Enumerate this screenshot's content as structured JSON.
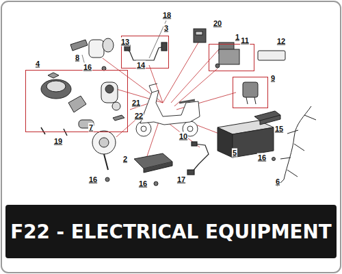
{
  "diagram": {
    "title": "F22 - ELECTRICAL EQUIPMENT",
    "nodes": [
      {
        "text": [
          "3"
        ]
      },
      {
        "text": [
          "4"
        ]
      },
      {
        "text": [
          "11"
        ]
      },
      {
        "text": [
          "9"
        ]
      }
    ],
    "labels": [
      "18",
      "20",
      "1",
      "13",
      "14",
      "8",
      "16",
      "12",
      "21",
      "22",
      "19",
      "7",
      "16",
      "2",
      "16",
      "10",
      "17",
      "5",
      "15",
      "16",
      "6"
    ]
  }
}
